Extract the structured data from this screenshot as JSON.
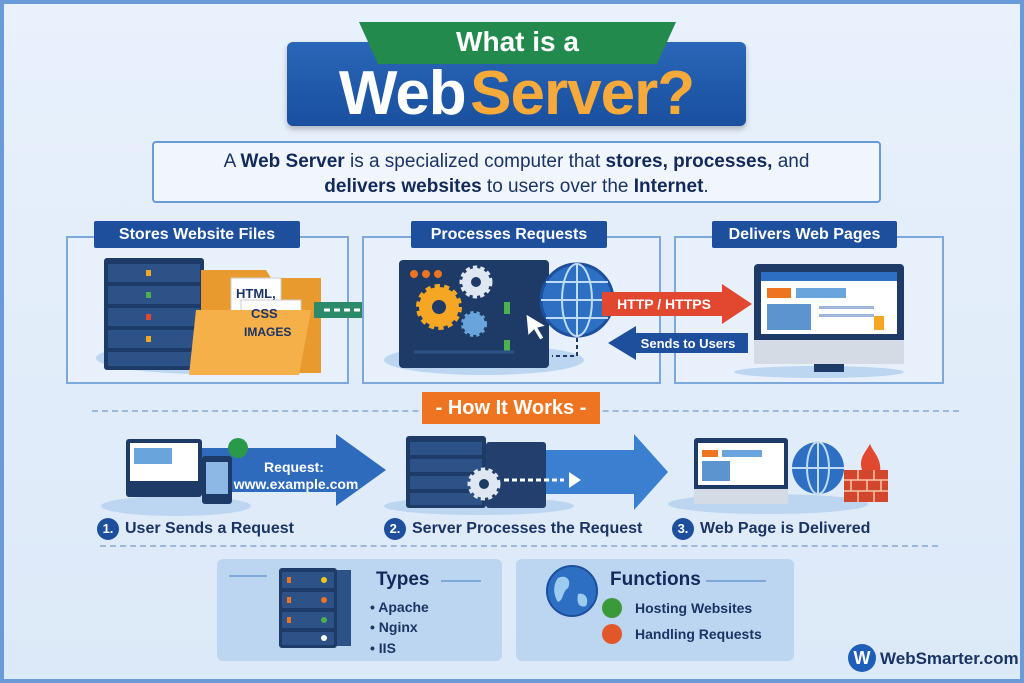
{
  "title": {
    "line1": "What is a",
    "line2_white": "Web",
    "line2_orange": "Server?"
  },
  "definition": {
    "p1": "A ",
    "b1": "Web Server",
    "p2": " is a specialized computer that ",
    "b2": "stores, processes,",
    "p3": " and",
    "b3": "delivers websites",
    "p4": " to users over the ",
    "b4": "Internet",
    "p5": "."
  },
  "panels": [
    {
      "label": "Stores Website Files",
      "file_labels": [
        "HTML,",
        "CSS",
        "IMAGES"
      ]
    },
    {
      "label": "Processes Requests",
      "arrow_out": "HTTP / HTTPS",
      "arrow_in": "Sends to Users"
    },
    {
      "label": "Delivers Web Pages"
    }
  ],
  "how_it_works": {
    "label": "- How It Works -",
    "request_text": "Request:",
    "request_url": "www.example.com",
    "steps": [
      {
        "num": "1.",
        "label": "User Sends a Request"
      },
      {
        "num": "2.",
        "label": "Server Processes the Request"
      },
      {
        "num": "3.",
        "label": "Web Page is Delivered"
      }
    ]
  },
  "types": {
    "heading": "Types",
    "items": [
      "• Apache",
      "• Nginx",
      "• IIS"
    ]
  },
  "functions": {
    "heading": "Functions",
    "items": [
      "Hosting Websites",
      "Handling Requests"
    ]
  },
  "logo": {
    "text": "WebSmarter.com"
  },
  "colors": {
    "navy": "#1d4f9c",
    "orange": "#ef7422",
    "green": "#228a4c",
    "red": "#e2472f",
    "gold": "#f7aa3a"
  }
}
